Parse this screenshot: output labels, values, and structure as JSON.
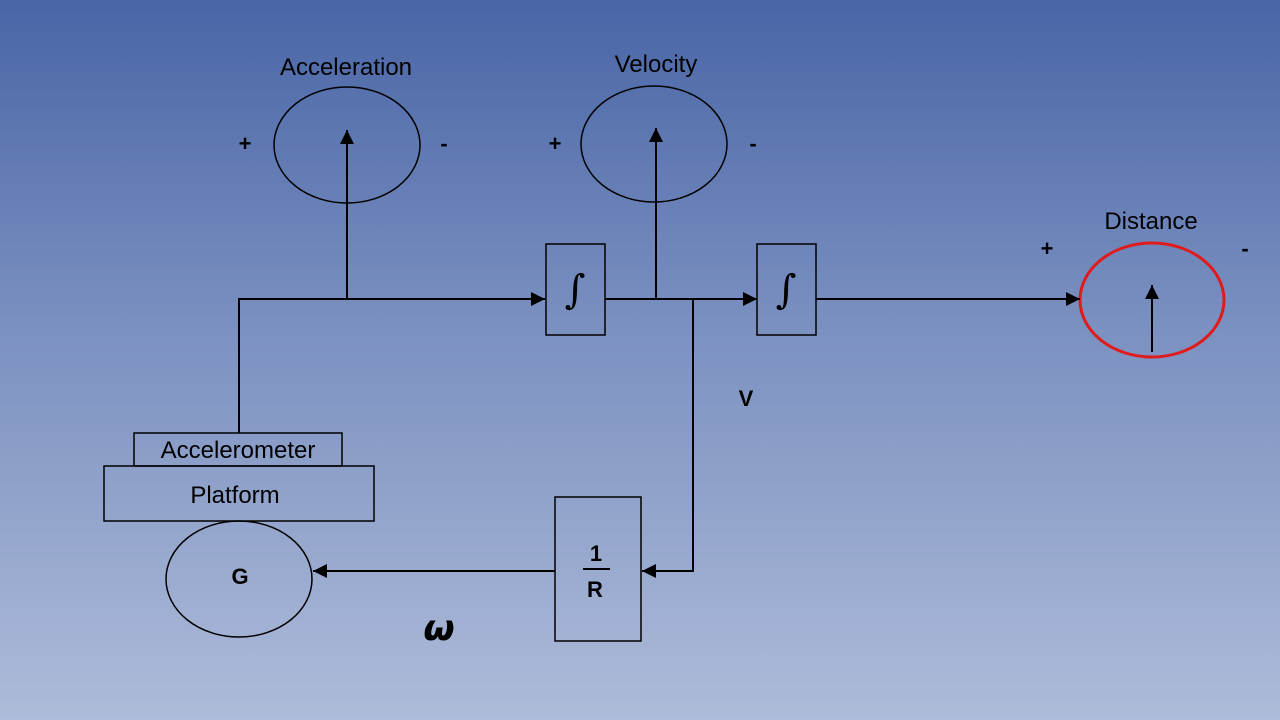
{
  "gauges": {
    "acceleration": {
      "title": "Acceleration",
      "plus": "+",
      "minus": "-"
    },
    "velocity": {
      "title": "Velocity",
      "plus": "+",
      "minus": "-"
    },
    "distance": {
      "title": "Distance",
      "plus": "+",
      "minus": "-",
      "outline_color": "#e01b1b"
    }
  },
  "blocks": {
    "integrator_symbol": "∫",
    "accelerometer": "Accelerometer",
    "platform": "Platform",
    "gyro": "G",
    "inverse_radius": {
      "numerator": "1",
      "denominator": "R"
    }
  },
  "signals": {
    "velocity": "V",
    "angular_rate": "ω"
  }
}
